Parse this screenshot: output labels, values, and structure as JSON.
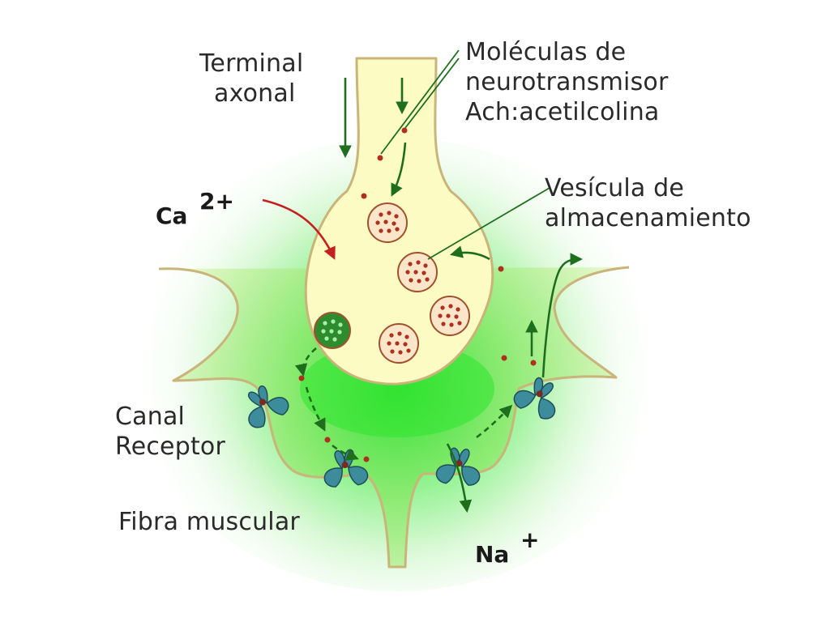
{
  "labels": {
    "terminal_line1": "Terminal",
    "terminal_line2": "axonal",
    "molecules_line1": "Moléculas de",
    "molecules_line2": "neurotransmisor",
    "molecules_line3": "Ach:acetilcolina",
    "vesicle_line1": "Vesícula de",
    "vesicle_line2": "almacenamiento",
    "canal_line1": "Canal",
    "canal_line2": "Receptor",
    "fibra": "Fibra muscular"
  },
  "ions": {
    "calcium_symbol": "Ca",
    "calcium_charge": "2+",
    "sodium_symbol": "Na",
    "sodium_charge": "+"
  },
  "colors": {
    "terminal_fill": "#fdfbc4",
    "outline": "#c9b47a",
    "synaptic_green": "#2ee62e",
    "vesicle_fill": "#fbe6c9",
    "vesicle_stroke": "#a0522d",
    "dot_red": "#b03020",
    "dot_green": "#2a8a2a",
    "arrow_green": "#1e6e1e",
    "arrow_red": "#c42020",
    "channel_blue": "#3d8c9c",
    "channel_dark": "#1f4e5a"
  }
}
